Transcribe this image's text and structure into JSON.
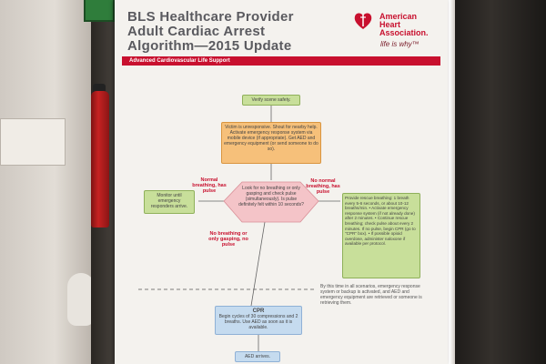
{
  "poster": {
    "title_line1": "BLS Healthcare Provider",
    "title_line2": "Adult Cardiac Arrest",
    "title_line3": "Algorithm—2015 Update",
    "org_line1": "American",
    "org_line2": "Heart",
    "org_line3": "Association.",
    "tagline": "life is why™",
    "banner": "Advanced Cardiovascular Life Support"
  },
  "flow": {
    "scene_safety": "Verify scene safety.",
    "unresponsive": "Victim is unresponsive. Shout for nearby help. Activate emergency response system via mobile device (if appropriate). Get AED and emergency equipment (or send someone to do so).",
    "check": "Look for no breathing or only gasping and check pulse (simultaneously). Is pulse definitely felt within 10 seconds?",
    "normal_label": "Normal breathing, has pulse",
    "monitor": "Monitor until emergency responders arrive.",
    "no_normal_label": "No normal breathing, has pulse",
    "rescue": "Provide rescue breathing: 1 breath every 5-6 seconds, or about 10-12 breaths/min. • Activate emergency response system (if not already done) after 2 minutes. • Continue rescue breathing; check pulse about every 2 minutes. If no pulse, begin CPR (go to \"CPR\" box). • If possible opioid overdose, administer naloxone if available per protocol.",
    "no_breathing_label": "No breathing or only gasping, no pulse",
    "by_this_time": "By this time in all scenarios, emergency response system or backup is activated, and AED and emergency equipment are retrieved or someone is retrieving them.",
    "cpr_title": "CPR",
    "cpr_text": "Begin cycles of 30 compressions and 2 breaths. Use AED as soon as it is available.",
    "aed_arrives": "AED arrives."
  },
  "colors": {
    "brand_red": "#c8102e",
    "green_box": "#c8df9a",
    "orange_box": "#f6c07a",
    "pink_box": "#f4c4c8",
    "blue_box": "#c5dbef"
  },
  "icons": {
    "logo": "heart-torch-icon",
    "exit": "exit-sign-icon"
  }
}
